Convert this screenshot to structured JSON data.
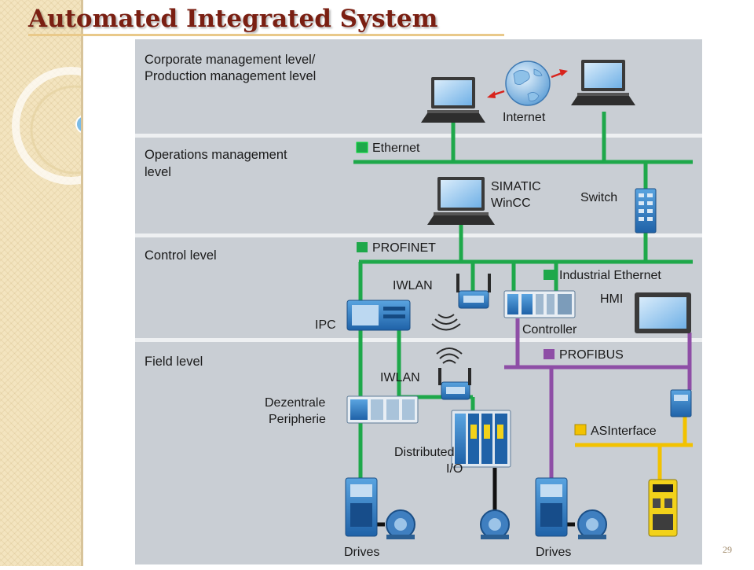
{
  "slide": {
    "title": "Automated Integrated System",
    "page_number": "29"
  },
  "diagram": {
    "levels": [
      {
        "line1": "Corporate management level/",
        "line2": "Production management level"
      },
      {
        "line1": "Operations management",
        "line2": "level"
      },
      {
        "line1": "Control level",
        "line2": ""
      },
      {
        "line1": "Field level",
        "line2": ""
      }
    ],
    "networks": {
      "ethernet": {
        "label": "Ethernet",
        "color": "#1ea84a"
      },
      "profinet": {
        "label": "PROFINET",
        "color": "#1ea84a"
      },
      "industrial_ethernet": {
        "label": "Industrial Ethernet",
        "color": "#1ea84a"
      },
      "profibus": {
        "label": "PROFIBUS",
        "color": "#8e4ea6"
      },
      "asinterface": {
        "label": "ASInterface",
        "color": "#f2c200"
      }
    },
    "devices": {
      "internet": "Internet",
      "simatic_line1": "SIMATIC",
      "simatic_line2": "WinCC",
      "switch": "Switch",
      "iwlan_control": "IWLAN",
      "ipc": "IPC",
      "controller": "Controller",
      "hmi": "HMI",
      "iwlan_field": "IWLAN",
      "dezentrale_line1": "Dezentrale",
      "dezentrale_line2": "Peripherie",
      "distributed_line1": "Distributed",
      "distributed_line2": "I/O",
      "drives_left": "Drives",
      "drives_right": "Drives"
    },
    "colors": {
      "background": "#c9ced4",
      "separator": "#eef0f2",
      "device_blue": "#2f7fc6",
      "cable_black": "#111111"
    }
  }
}
